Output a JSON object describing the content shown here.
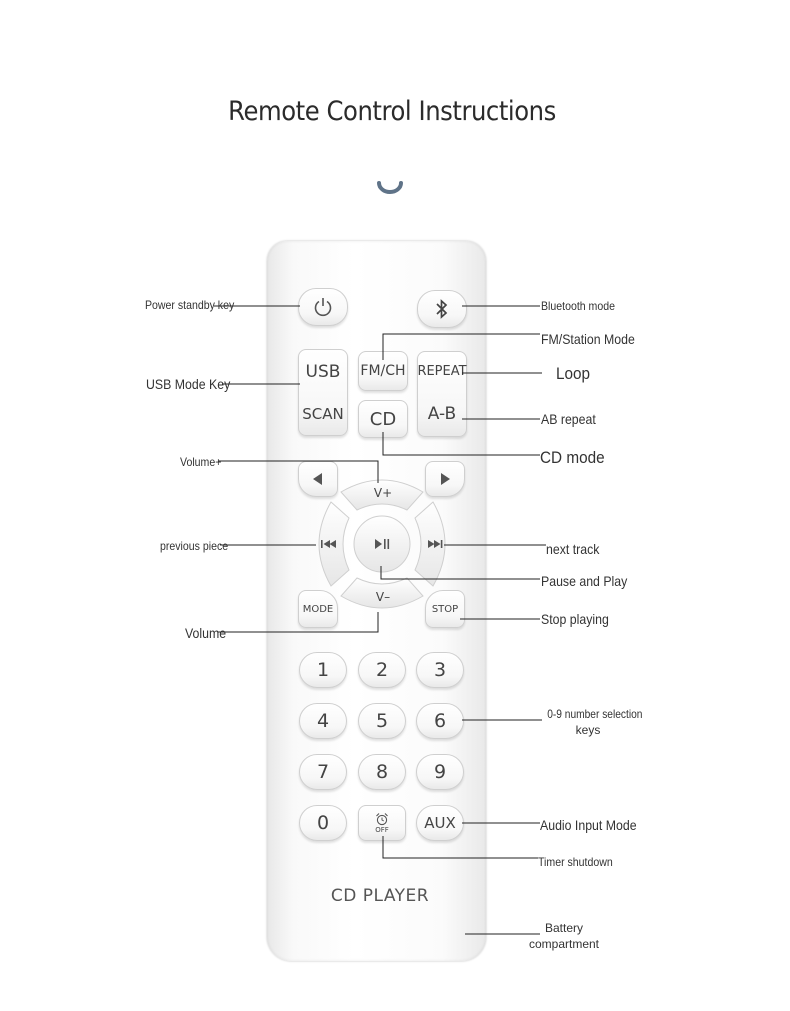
{
  "page": {
    "title": "Remote Control Instructions"
  },
  "remote": {
    "brand_text": "CD PLAYER",
    "buttons": {
      "usb": "USB",
      "scan": "SCAN",
      "fm_ch": "FM/CH",
      "cd": "CD",
      "repeat": "REPEAT",
      "ab": "A-B",
      "vol_up": "V+",
      "vol_down": "V–",
      "mode": "MODE",
      "stop": "STOP",
      "aux": "AUX",
      "timer_off": "OFF",
      "n1": "1",
      "n2": "2",
      "n3": "3",
      "n4": "4",
      "n5": "5",
      "n6": "6",
      "n7": "7",
      "n8": "8",
      "n9": "9",
      "n0": "0"
    },
    "icons": [
      "power-icon",
      "bluetooth-icon",
      "arrow-left-icon",
      "arrow-right-icon",
      "previous-track-icon",
      "play-pause-icon",
      "next-track-icon",
      "alarm-clock-icon"
    ]
  },
  "callouts": {
    "power": "Power standby key",
    "bluetooth": "Bluetooth mode",
    "fm": "FM/Station Mode",
    "usb": "USB Mode Key",
    "loop": "Loop",
    "ab": "AB repeat",
    "cd": "CD mode",
    "vol_up": "Volume+",
    "prev": "previous piece",
    "next": "next track",
    "pause": "Pause and Play",
    "vol_down": "Volume",
    "stop": "Stop playing",
    "num_line1": "0-9 number selection",
    "num_line2": "keys",
    "aux": "Audio Input Mode",
    "timer": "Timer shutdown",
    "battery_line1": "Battery",
    "battery_line2": "compartment"
  },
  "colors": {
    "accent_arc": "#5f7388",
    "leader": "#222222",
    "remote_body": "#ffffff"
  }
}
